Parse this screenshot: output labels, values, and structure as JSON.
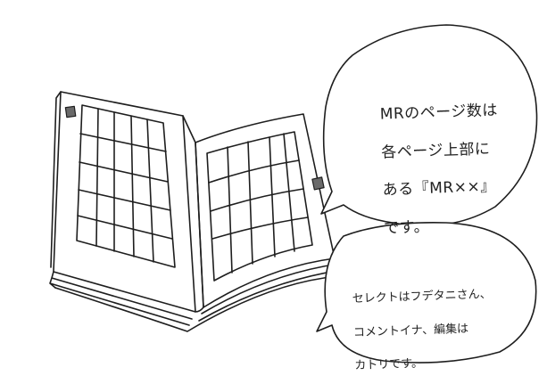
{
  "bubbles": {
    "top": {
      "lines": [
        "MRのページ数は",
        "各ページ上部に",
        "ある『MR××』",
        "です。"
      ]
    },
    "bottom": {
      "lines": [
        "セレクトはフデタニさん、",
        "コメントイナ、編集は",
        "カトリです。"
      ]
    }
  },
  "colors": {
    "ink": "#1e1e1e",
    "paper": "#ffffff",
    "marker": "#6a6a6a"
  }
}
